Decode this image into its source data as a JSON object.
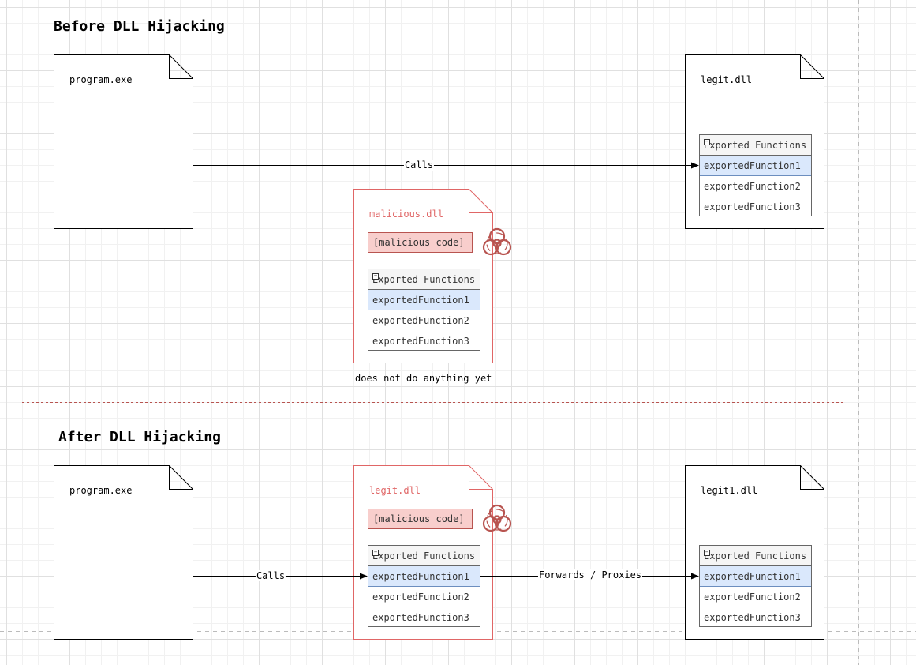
{
  "before": {
    "title": "Before DLL Hijacking",
    "program_name": "program.exe",
    "legit_name": "legit.dll",
    "malicious_name": "malicious.dll",
    "malicious_code": "[malicious code]",
    "caption": "does not do anything yet",
    "calls_label": "Calls",
    "legit_table": {
      "header": "Exported Functions",
      "rows": [
        "exportedFunction1",
        "exportedFunction2",
        "exportedFunction3"
      ]
    },
    "malicious_table": {
      "header": "Exported Functions",
      "rows": [
        "exportedFunction1",
        "exportedFunction2",
        "exportedFunction3"
      ]
    }
  },
  "after": {
    "title": "After DLL Hijacking",
    "program_name": "program.exe",
    "hijack_name": "legit.dll",
    "malicious_code": "[malicious code]",
    "legit1_name": "legit1.dll",
    "calls_label": "Calls",
    "forward_label": "Forwards / Proxies",
    "hijack_table": {
      "header": "Exported Functions",
      "rows": [
        "exportedFunction1",
        "exportedFunction2",
        "exportedFunction3"
      ]
    },
    "legit1_table": {
      "header": "Exported Functions",
      "rows": [
        "exportedFunction1",
        "exportedFunction2",
        "exportedFunction3"
      ]
    }
  },
  "colors": {
    "malicious_stroke": "#e06666",
    "malicious_fill": "#f8cecc",
    "highlight_fill": "#dae8fc"
  },
  "icons": [
    "biohazard-icon"
  ]
}
